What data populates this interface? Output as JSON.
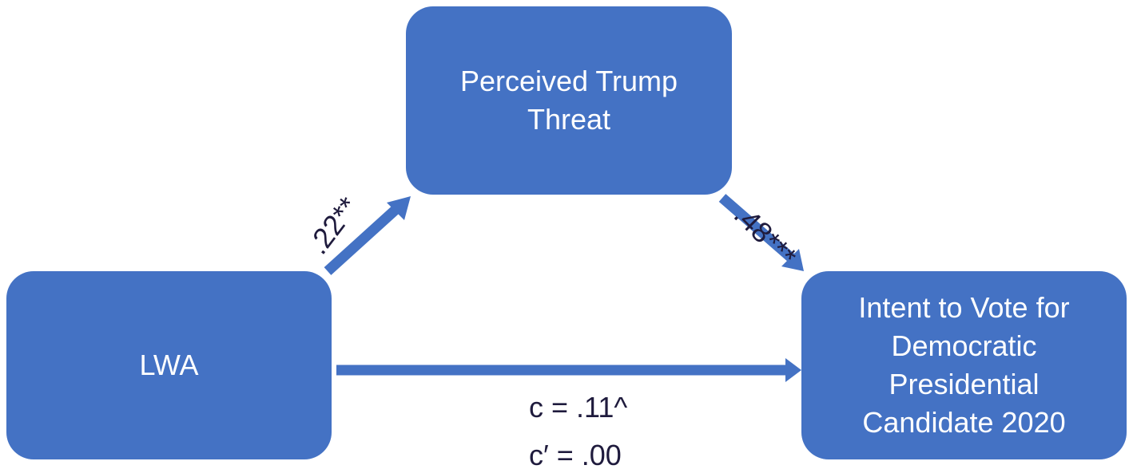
{
  "nodes": {
    "mediator": "Perceived Trump Threat",
    "predictor": "LWA",
    "outcome": "Intent to Vote for Democratic Presidential Candidate 2020"
  },
  "paths": {
    "a": ".22**",
    "b": ".48***",
    "c": "c = .11^",
    "c_prime": "c′ = .00"
  },
  "colors": {
    "box_fill": "#4472c4",
    "arrow": "#4472c4",
    "box_text": "#ffffff",
    "coef_text": "#1f1b3d"
  }
}
